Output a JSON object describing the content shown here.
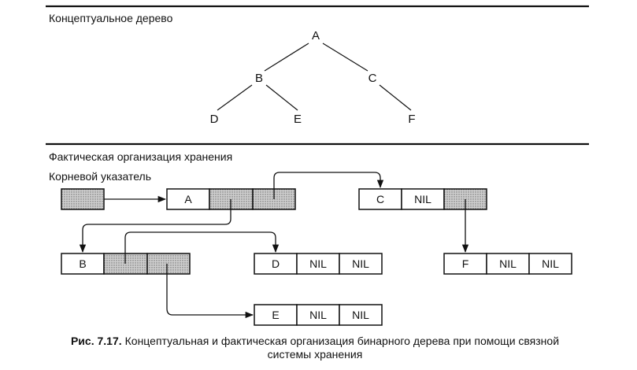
{
  "sections": {
    "conceptual_title": "Концептуальное дерево",
    "actual_title": "Фактическая организация хранения",
    "root_pointer_label": "Корневой указатель"
  },
  "tree": {
    "nodes": {
      "A": "A",
      "B": "B",
      "C": "C",
      "D": "D",
      "E": "E",
      "F": "F"
    }
  },
  "storage": {
    "cells": {
      "A": "A",
      "B": "B",
      "C": "C",
      "C_nil": "NIL",
      "D": "D",
      "D_nil_left": "NIL",
      "D_nil_right": "NIL",
      "E": "E",
      "E_nil_left": "NIL",
      "E_nil_right": "NIL",
      "F": "F",
      "F_nil_left": "NIL",
      "F_nil_right": "NIL"
    }
  },
  "caption": {
    "bold": "Рис. 7.17.",
    "line1": "Концептуальная и фактическая организация бинарного дерева при помощи связной",
    "line2": "системы хранения"
  }
}
